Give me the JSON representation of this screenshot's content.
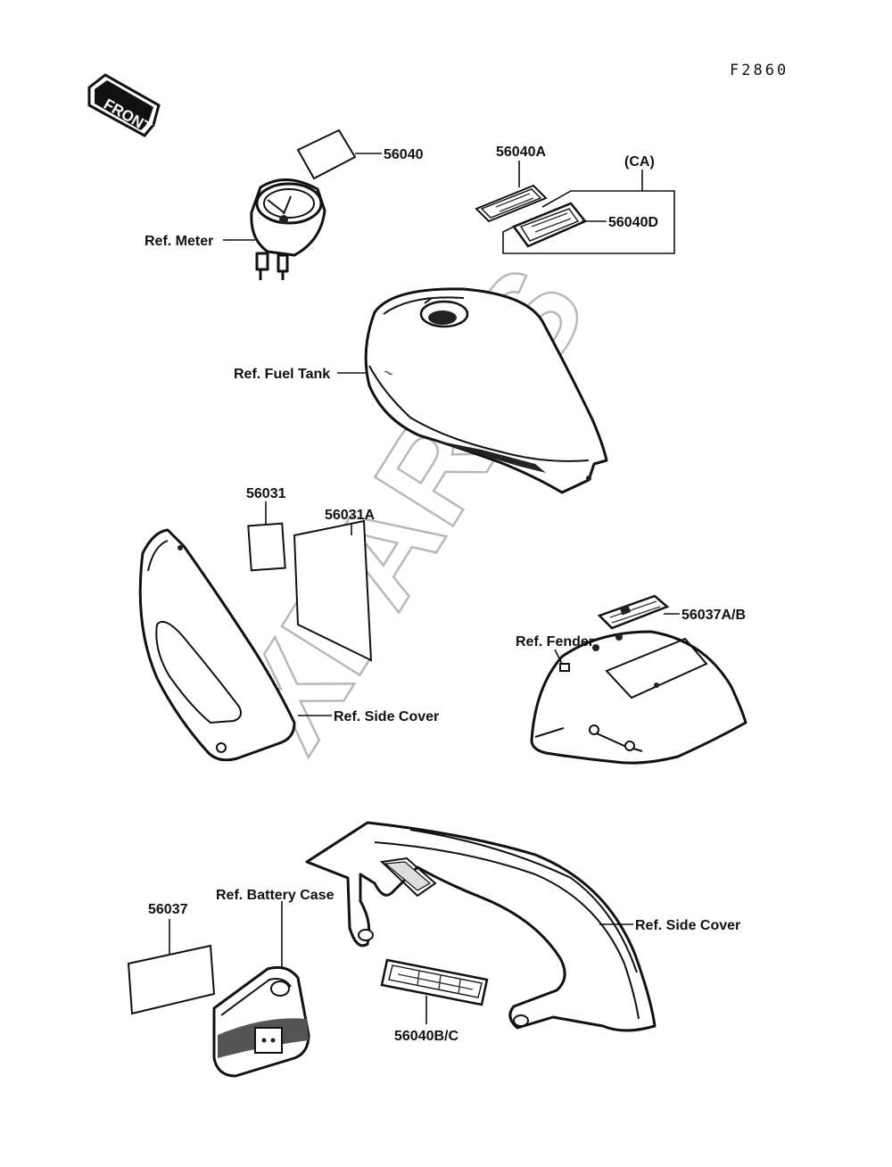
{
  "figure_code": "F2860",
  "front_arrow": "FRONT",
  "watermark": "XPARTS",
  "parts": [
    {
      "id": "56040",
      "label": "56040"
    },
    {
      "id": "56040A",
      "label": "56040A"
    },
    {
      "id": "CA",
      "label": "(CA)"
    },
    {
      "id": "56040D",
      "label": "56040D"
    },
    {
      "id": "ref-meter",
      "label": "Ref. Meter"
    },
    {
      "id": "ref-fuel-tank",
      "label": "Ref. Fuel Tank"
    },
    {
      "id": "56031",
      "label": "56031"
    },
    {
      "id": "56031A",
      "label": "56031A"
    },
    {
      "id": "56037AB",
      "label": "56037A/B"
    },
    {
      "id": "ref-fender",
      "label": "Ref. Fender"
    },
    {
      "id": "ref-side-cover-1",
      "label": "Ref. Side Cover"
    },
    {
      "id": "56037",
      "label": "56037"
    },
    {
      "id": "ref-battery-case",
      "label": "Ref. Battery Case"
    },
    {
      "id": "ref-side-cover-2",
      "label": "Ref. Side Cover"
    },
    {
      "id": "56040BC",
      "label": "56040B/C"
    }
  ]
}
